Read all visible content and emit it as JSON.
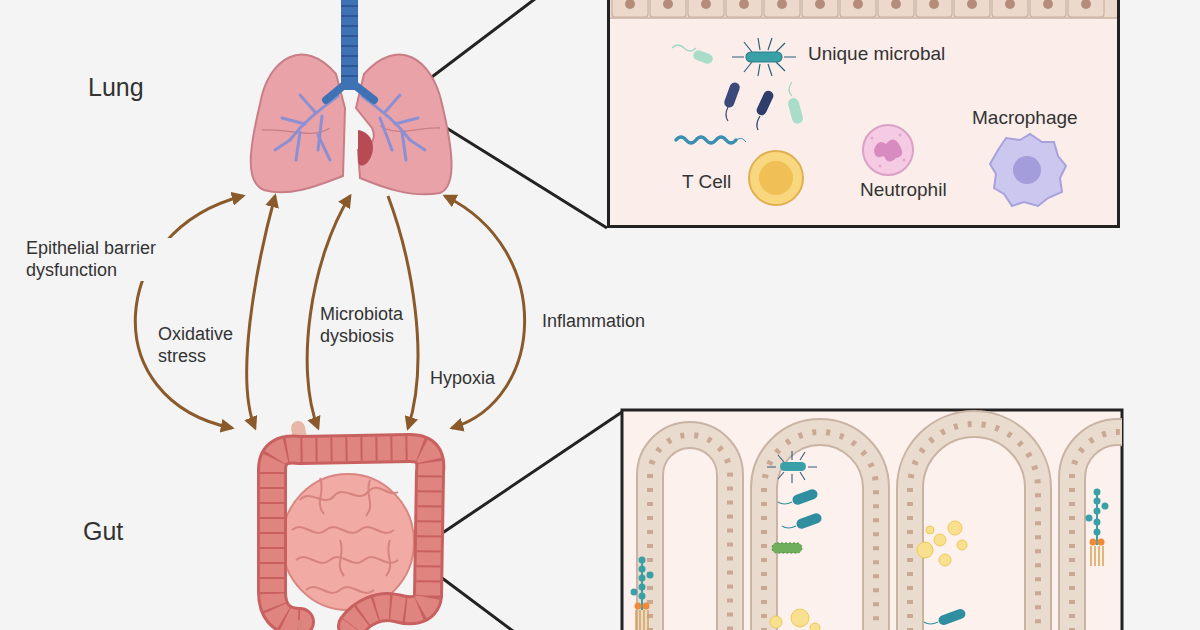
{
  "diagram": {
    "nodes": [
      {
        "text": [
          "Lung"
        ]
      },
      {
        "text": [
          "Unique microbal",
          "Macrophage",
          "T Cell",
          "Neutrophil"
        ]
      },
      {
        "text": [
          "Gut"
        ]
      }
    ],
    "edges": [
      {
        "from": 0,
        "to": 2,
        "arrow": "both",
        "label": "Epithelial barrier dysfunction"
      },
      {
        "from": 0,
        "to": 2,
        "arrow": "both",
        "label": "Oxidative stress"
      },
      {
        "from": 0,
        "to": 2,
        "arrow": "both",
        "label": "Microbiota dysbiosis"
      },
      {
        "from": 0,
        "to": 2,
        "arrow": "to",
        "label": "Hypoxia"
      },
      {
        "from": 0,
        "to": 2,
        "arrow": "both",
        "label": "Inflammation"
      }
    ]
  }
}
